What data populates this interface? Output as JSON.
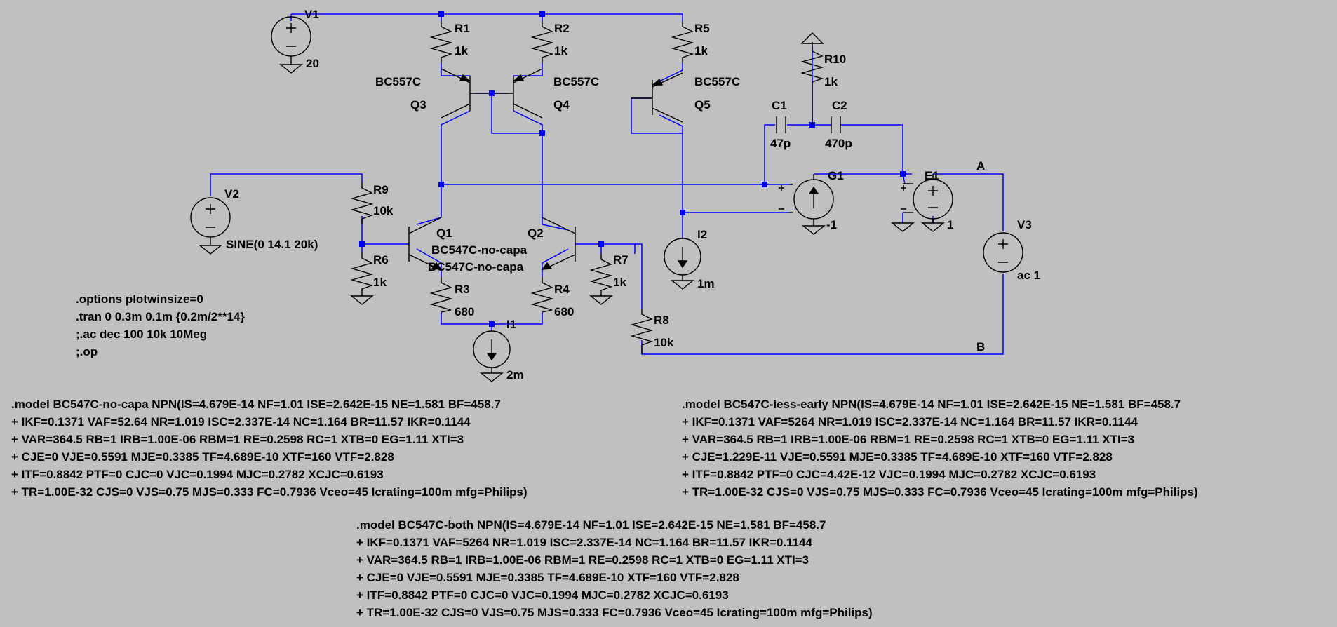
{
  "components": {
    "V1": {
      "name": "V1",
      "value": "20"
    },
    "V2": {
      "name": "V2",
      "value": "SINE(0 14.1 20k)"
    },
    "V3": {
      "name": "V3",
      "value": "ac 1"
    },
    "R1": {
      "name": "R1",
      "value": "1k"
    },
    "R2": {
      "name": "R2",
      "value": "1k"
    },
    "R3": {
      "name": "R3",
      "value": "680"
    },
    "R4": {
      "name": "R4",
      "value": "680"
    },
    "R5": {
      "name": "R5",
      "value": "1k"
    },
    "R6": {
      "name": "R6",
      "value": "1k"
    },
    "R7": {
      "name": "R7",
      "value": "1k"
    },
    "R8": {
      "name": "R8",
      "value": "10k"
    },
    "R9": {
      "name": "R9",
      "value": "10k"
    },
    "R10": {
      "name": "R10",
      "value": "1k"
    },
    "C1": {
      "name": "C1",
      "value": "47p"
    },
    "C2": {
      "name": "C2",
      "value": "470p"
    },
    "Q1": {
      "name": "Q1",
      "model": "BC547C-no-capa"
    },
    "Q2": {
      "name": "Q2",
      "model": "BC547C-no-capa"
    },
    "Q3": {
      "name": "Q3",
      "model": "BC557C"
    },
    "Q4": {
      "name": "Q4",
      "model": "BC557C"
    },
    "Q5": {
      "name": "Q5",
      "model": "BC557C"
    },
    "I1": {
      "name": "I1",
      "value": "2m"
    },
    "I2": {
      "name": "I2",
      "value": "1m"
    },
    "G1": {
      "name": "G1",
      "value": "-1"
    },
    "E1": {
      "name": "E1",
      "value": "1"
    }
  },
  "nets": {
    "a": "A",
    "b": "B"
  },
  "directives": [
    ".options plotwinsize=0",
    ".tran 0 0.3m 0.1m {0.2m/2**14}",
    ";.ac dec 100 10k 10Meg",
    ";.op"
  ],
  "models": [
    {
      "lines": [
        ".model BC547C-no-capa NPN(IS=4.679E-14 NF=1.01 ISE=2.642E-15 NE=1.581 BF=458.7",
        "+ IKF=0.1371 VAF=52.64 NR=1.019 ISC=2.337E-14 NC=1.164 BR=11.57 IKR=0.1144",
        "+ VAR=364.5 RB=1 IRB=1.00E-06 RBM=1 RE=0.2598 RC=1 XTB=0 EG=1.11 XTI=3",
        "+ CJE=0 VJE=0.5591 MJE=0.3385 TF=4.689E-10 XTF=160 VTF=2.828",
        "+ ITF=0.8842 PTF=0 CJC=0 VJC=0.1994 MJC=0.2782 XCJC=0.6193",
        "+ TR=1.00E-32 CJS=0 VJS=0.75 MJS=0.333 FC=0.7936 Vceo=45 Icrating=100m mfg=Philips)"
      ]
    },
    {
      "lines": [
        ".model BC547C-less-early NPN(IS=4.679E-14 NF=1.01 ISE=2.642E-15 NE=1.581 BF=458.7",
        "+ IKF=0.1371 VAF=5264 NR=1.019 ISC=2.337E-14 NC=1.164 BR=11.57 IKR=0.1144",
        "+ VAR=364.5 RB=1 IRB=1.00E-06 RBM=1 RE=0.2598 RC=1 XTB=0 EG=1.11 XTI=3",
        "+ CJE=1.229E-11 VJE=0.5591 MJE=0.3385 TF=4.689E-10 XTF=160 VTF=2.828",
        "+ ITF=0.8842 PTF=0 CJC=4.42E-12 VJC=0.1994 MJC=0.2782 XCJC=0.6193",
        "+ TR=1.00E-32 CJS=0 VJS=0.75 MJS=0.333 FC=0.7936 Vceo=45 Icrating=100m mfg=Philips)"
      ]
    },
    {
      "lines": [
        ".model BC547C-both NPN(IS=4.679E-14 NF=1.01 ISE=2.642E-15 NE=1.581 BF=458.7",
        "+ IKF=0.1371 VAF=5264 NR=1.019 ISC=2.337E-14 NC=1.164 BR=11.57 IKR=0.1144",
        "+ VAR=364.5 RB=1 IRB=1.00E-06 RBM=1 RE=0.2598 RC=1 XTB=0 EG=1.11 XTI=3",
        "+ CJE=0 VJE=0.5591 MJE=0.3385 TF=4.689E-10 XTF=160 VTF=2.828",
        "+ ITF=0.8842 PTF=0 CJC=0 VJC=0.1994 MJC=0.2782 XCJC=0.6193",
        "+ TR=1.00E-32 CJS=0 VJS=0.75 MJS=0.333 FC=0.7936 Vceo=45 Icrating=100m mfg=Philips)"
      ]
    }
  ]
}
